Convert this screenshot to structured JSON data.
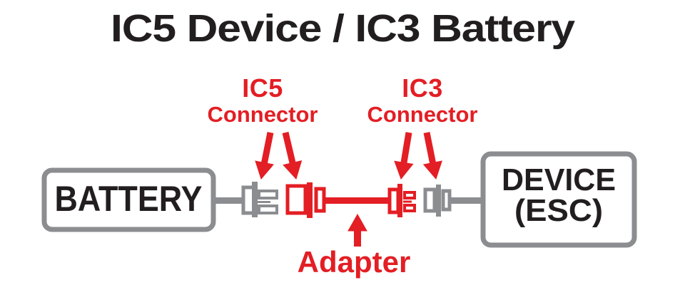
{
  "title": "IC5 Device / IC3 Battery",
  "callouts": {
    "ic5": {
      "heading": "IC5",
      "subheading": "Connector"
    },
    "ic3": {
      "heading": "IC3",
      "subheading": "Connector"
    },
    "adapter": {
      "label": "Adapter"
    }
  },
  "components": {
    "battery": {
      "label": "BATTERY"
    },
    "device": {
      "label_line1": "DEVICE",
      "label_line2": "(ESC)"
    }
  },
  "colors": {
    "accent_red": "#e31e24",
    "wire_gray": "#8b8d90",
    "text_black": "#221e1f",
    "background": "#ffffff"
  }
}
